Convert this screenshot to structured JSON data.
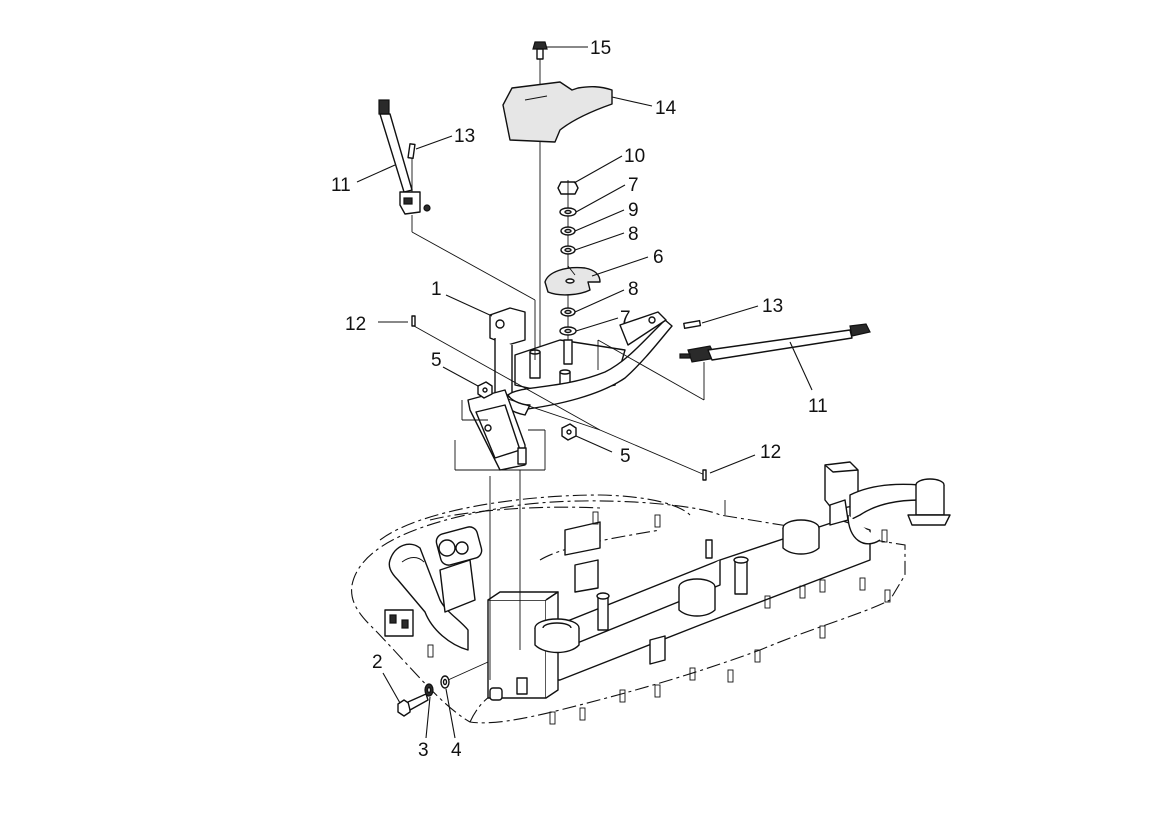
{
  "callouts": [
    {
      "id": "c15",
      "text": "15"
    },
    {
      "id": "c14",
      "text": "14"
    },
    {
      "id": "c13a",
      "text": "13"
    },
    {
      "id": "c11a",
      "text": "11"
    },
    {
      "id": "c10",
      "text": "10"
    },
    {
      "id": "c7a",
      "text": "7"
    },
    {
      "id": "c9",
      "text": "9"
    },
    {
      "id": "c8a",
      "text": "8"
    },
    {
      "id": "c6",
      "text": "6"
    },
    {
      "id": "c8b",
      "text": "8"
    },
    {
      "id": "c7b",
      "text": "7"
    },
    {
      "id": "c1",
      "text": "1"
    },
    {
      "id": "c12a",
      "text": "12"
    },
    {
      "id": "c13b",
      "text": "13"
    },
    {
      "id": "c11b",
      "text": "11"
    },
    {
      "id": "c5a",
      "text": "5"
    },
    {
      "id": "c5b",
      "text": "5"
    },
    {
      "id": "c12b",
      "text": "12"
    },
    {
      "id": "c2",
      "text": "2"
    },
    {
      "id": "c3",
      "text": "3"
    },
    {
      "id": "c4",
      "text": "4"
    }
  ]
}
